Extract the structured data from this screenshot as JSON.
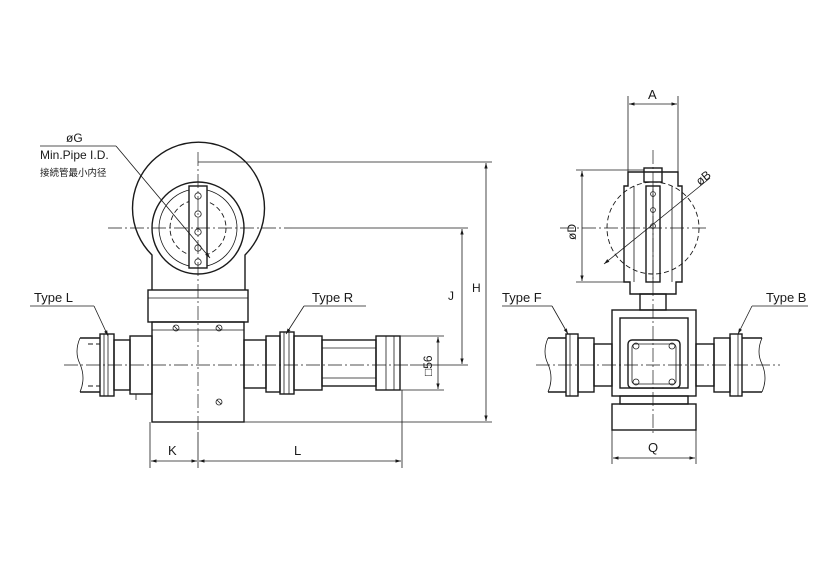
{
  "labels": {
    "phi_g": "øG",
    "min_pipe": "Min.Pipe I.D.",
    "min_pipe_jp": "接続管最小内径",
    "type_l": "Type L",
    "type_r": "Type R",
    "type_f": "Type F",
    "type_b": "Type B",
    "dim_j": "J",
    "dim_h": "H",
    "dim_56": "□56",
    "dim_k": "K",
    "dim_l": "L",
    "dim_a": "A",
    "dim_phi_b": "øB",
    "dim_phi_d": "øD",
    "dim_q": "Q"
  }
}
